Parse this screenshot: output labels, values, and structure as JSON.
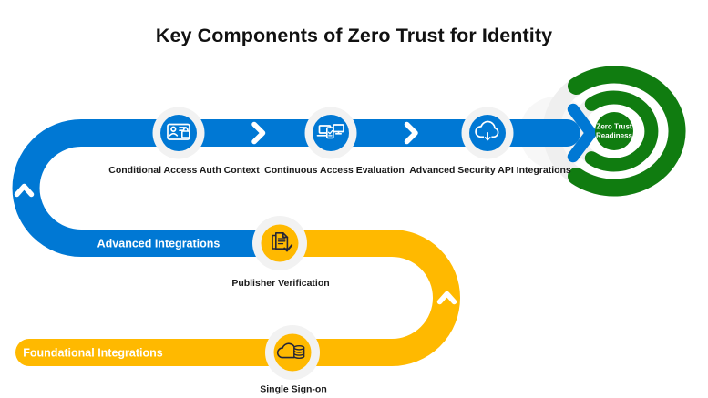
{
  "title": "Key Components of Zero Trust for Identity",
  "colors": {
    "blue": "#0078D4",
    "yellow": "#FFB900",
    "green": "#107C10",
    "dark": "#262636",
    "label": "#1a1a1a",
    "halo": "#f2f2f2"
  },
  "lanes": {
    "advanced": {
      "label": "Advanced Integrations",
      "color": "#0078D4"
    },
    "foundational": {
      "label": "Foundational Integrations",
      "color": "#FFB900"
    }
  },
  "stations": [
    {
      "label": "Conditional Access Auth Context",
      "icon": "id-card-lock-icon",
      "lane": "advanced"
    },
    {
      "label": "Continuous Access Evaluation",
      "icon": "devices-check-icon",
      "lane": "advanced"
    },
    {
      "label": "Advanced Security API Integrations",
      "icon": "cloud-download-icon",
      "lane": "advanced"
    },
    {
      "label": "Publisher Verification",
      "icon": "document-check-icon",
      "lane": "foundational"
    },
    {
      "label": "Single Sign-on",
      "icon": "cloud-database-icon",
      "lane": "foundational"
    }
  ],
  "goal": {
    "line1": "Zero Trust",
    "line2": "Readiness",
    "icon": "target-rings-icon"
  }
}
